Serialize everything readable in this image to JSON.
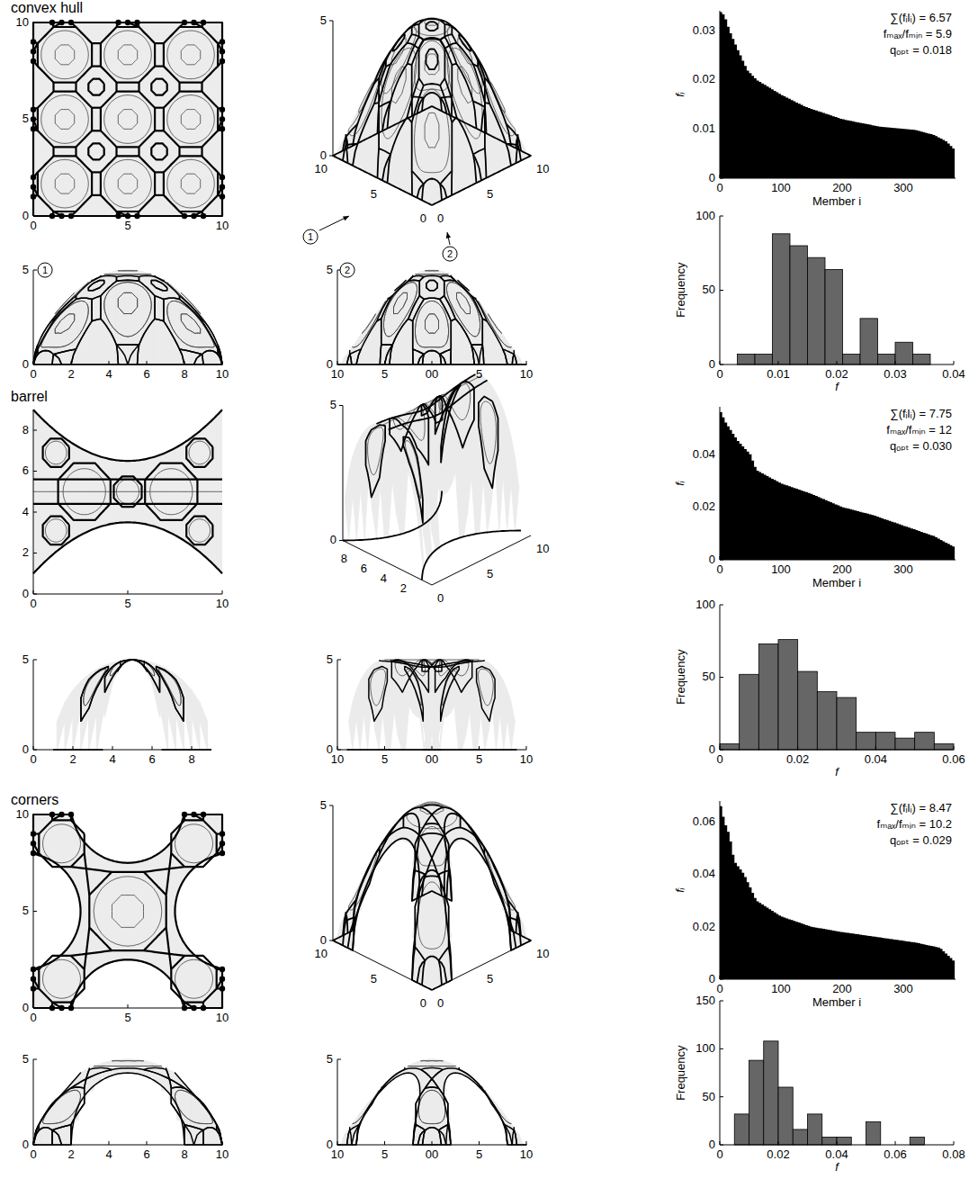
{
  "diagram": {
    "nodes": [
      {
        "text": [
          "1"
        ]
      },
      {
        "text": [
          "2"
        ]
      },
      {
        "text": [
          "1"
        ]
      },
      {
        "text": [
          "2"
        ]
      }
    ],
    "labels": [
      "convex hull",
      "10",
      "5",
      "0",
      "0",
      "5",
      "10",
      "5",
      "0",
      "10",
      "5",
      "0",
      "0",
      "5",
      "10",
      "5",
      "0",
      "0",
      "2",
      "4",
      "6",
      "8",
      "10",
      "5",
      "0",
      "10",
      "5",
      "00",
      "5",
      "10",
      "0.03",
      "0.02",
      "0.01",
      "0",
      "0",
      "100",
      "200",
      "300",
      "fᵢ",
      "Member i",
      "∑(fᵢlᵢ) = 6.57",
      "fₘₐₓ/fₘᵢₙ = 5.9",
      "qₒₚₜ = 0.018",
      "100",
      "50",
      "0",
      "0",
      "0.01",
      "0.02",
      "0.03",
      "0.04",
      "Frequency",
      "f",
      "barrel",
      "8",
      "6",
      "4",
      "2",
      "0",
      "0",
      "5",
      "10",
      "5",
      "0",
      "8",
      "6",
      "4",
      "2",
      "0",
      "5",
      "10",
      "5",
      "0",
      "0",
      "2",
      "4",
      "6",
      "8",
      "5",
      "0",
      "10",
      "5",
      "00",
      "5",
      "10",
      "0.04",
      "0.02",
      "0",
      "0",
      "100",
      "200",
      "300",
      "fᵢ",
      "Member i",
      "∑(fᵢlᵢ) = 7.75",
      "fₘₐₓ/fₘᵢₙ = 12",
      "qₒₚₜ = 0.030",
      "100",
      "50",
      "0",
      "0",
      "0.02",
      "0.04",
      "0.06",
      "Frequency",
      "f",
      "corners",
      "10",
      "5",
      "0",
      "0",
      "5",
      "10",
      "5",
      "0",
      "10",
      "5",
      "0",
      "0",
      "5",
      "10",
      "5",
      "0",
      "0",
      "2",
      "4",
      "6",
      "8",
      "10",
      "5",
      "0",
      "10",
      "5",
      "00",
      "5",
      "10",
      "0.06",
      "0.04",
      "0.02",
      "0",
      "0",
      "100",
      "200",
      "300",
      "fᵢ",
      "Member i",
      "∑(fᵢlᵢ) = 8.47",
      "fₘₐₓ/fₘᵢₙ = 10.2",
      "qₒₚₜ = 0.029",
      "150",
      "100",
      "50",
      "0",
      "0",
      "0.02",
      "0.04",
      "0.06",
      "0.08",
      "Frequency",
      "f"
    ]
  }
}
